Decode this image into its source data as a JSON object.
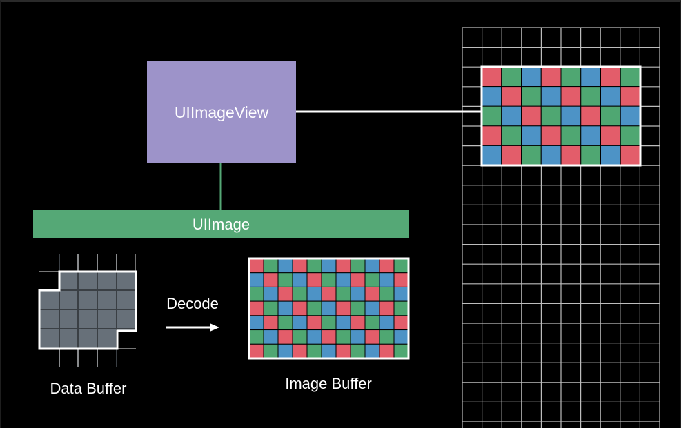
{
  "labels": {
    "image_view": "UIImageView",
    "image": "UIImage",
    "decode": "Decode",
    "data_buffer": "Data Buffer",
    "image_buffer": "Image Buffer"
  },
  "colors": {
    "background": "#000000",
    "image_view_fill": "#9d93c9",
    "image_fill": "#55a876",
    "connector_green": "#55a876",
    "connector_white": "#ffffff",
    "data_buffer_fill": "#677079",
    "grid_line": "#bdbdbd",
    "pixel_red": "#e35d6a",
    "pixel_green": "#4fa772",
    "pixel_blue": "#4d93c6"
  },
  "pixel_pattern": [
    "red",
    "green",
    "blue"
  ],
  "icons": {
    "decode_arrow": "arrow-right-icon",
    "data_buffer": "compressed-data-grid-icon",
    "image_buffer": "decoded-pixel-grid-icon",
    "frame_buffer": "frame-buffer-grid-icon"
  }
}
